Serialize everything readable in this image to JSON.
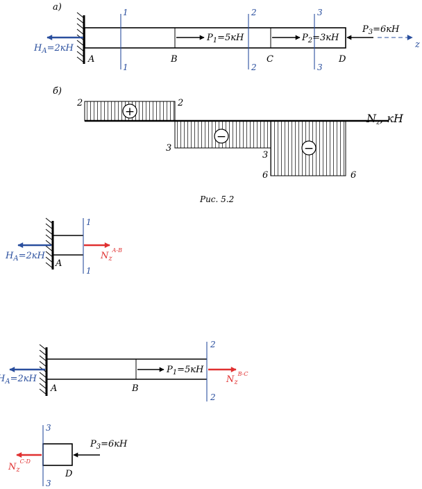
{
  "top": {
    "part_a": "а)",
    "part_b": "б)",
    "sections": {
      "s1": "1",
      "s2": "2",
      "s3": "3"
    },
    "points": {
      "A": "A",
      "B": "B",
      "C": "C",
      "D": "D"
    },
    "reaction": {
      "main": "H",
      "sub": "A",
      "rest": "=2кН"
    },
    "p1": {
      "main": "P",
      "sub": "1",
      "rest": "=5кН"
    },
    "p2": {
      "main": "P",
      "sub": "2",
      "rest": "=3кН"
    },
    "p3": {
      "main": "P",
      "sub": "3",
      "rest": "=6кН"
    },
    "axis": "z"
  },
  "diagram": {
    "label_n": "N",
    "label_sub": "z",
    "label_rest": ", кН",
    "v2_left": "2",
    "v2_right": "2",
    "v3_left": "3",
    "v3_right": "3",
    "v6_left": "6",
    "v6_right": "6",
    "plus": "+",
    "minus": "−"
  },
  "caption": "Рис. 5.2",
  "fb1": {
    "sec_top": "1",
    "sec_bottom": "1",
    "point": "A",
    "reaction_main": "H",
    "reaction_sub": "A",
    "reaction_rest": "=2кН",
    "n_main": "N",
    "n_sub": "z",
    "n_sup": "A-B"
  },
  "fb2": {
    "sec_top": "2",
    "sec_bottom": "2",
    "point_a": "A",
    "point_b": "B",
    "reaction_main": "H",
    "reaction_sub": "A",
    "reaction_rest": "=2кН",
    "p_main": "P",
    "p_sub": "1",
    "p_rest": "=5кН",
    "n_main": "N",
    "n_sub": "z",
    "n_sup": "B-C"
  },
  "fb3": {
    "sec_top": "3",
    "sec_bottom": "3",
    "point": "D",
    "p_main": "P",
    "p_sub": "3",
    "p_rest": "=6кН",
    "n_main": "N",
    "n_sub": "z",
    "n_sup": "C-D"
  },
  "colors": {
    "section": "#2a4f9e",
    "reaction": "#2a4f9e",
    "internal_force": "#e03030"
  }
}
